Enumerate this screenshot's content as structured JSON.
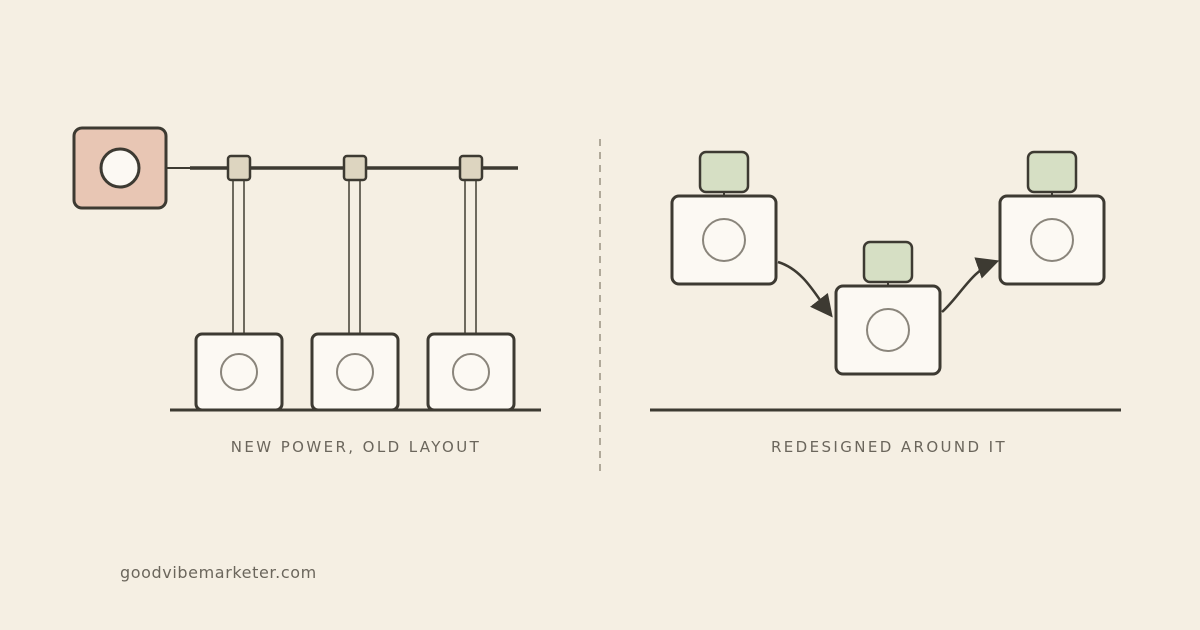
{
  "left_panel": {
    "caption": "NEW POWER, OLD LAYOUT"
  },
  "right_panel": {
    "caption": "REDESIGNED AROUND IT"
  },
  "footer": {
    "site": "goodvibemarketer.com"
  },
  "colors": {
    "background": "#f5efe3",
    "stroke": "#3d3a32",
    "motor": "#e8c6b4",
    "box": "#fcf9f3",
    "coupling": "#ddd5c0",
    "unit_motor": "#d6dfc4",
    "divider": "#b0a99a",
    "caption": "#6b665c"
  },
  "icons": {
    "motor": "power-source-icon",
    "machine": "machine-icon",
    "arrow": "flow-arrow-icon"
  }
}
